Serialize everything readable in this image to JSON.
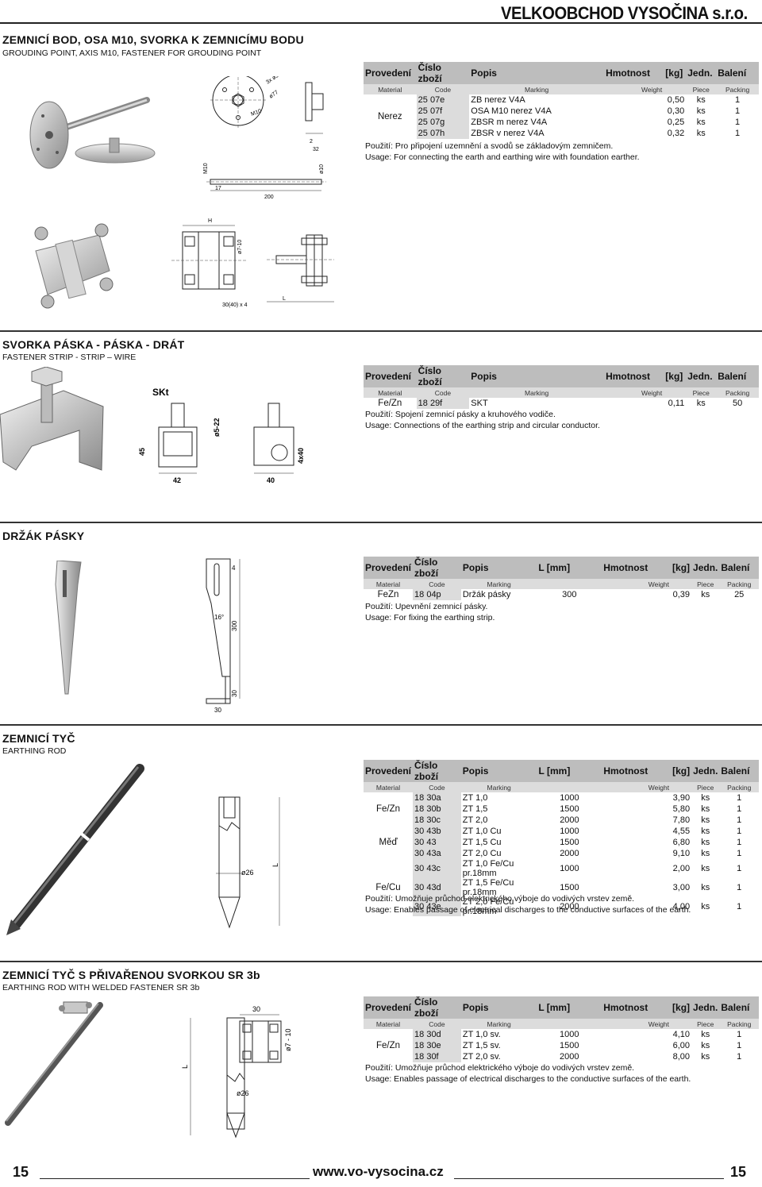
{
  "header": {
    "brand": "VELKOOBCHOD VYSOČINA s.r.o."
  },
  "columns": {
    "provedeni": "Provedení",
    "cislo": "Číslo zboží",
    "popis": "Popis",
    "length": "L [mm]",
    "hmotnost": "Hmotnost",
    "kg": "[kg]",
    "jedn": "Jedn.",
    "baleni": "Balení",
    "material": "Material",
    "code": "Code",
    "marking": "Marking",
    "weight": "Weight",
    "piece": "Piece",
    "packing": "Packing"
  },
  "sections": {
    "s1": {
      "title": "ZEMNICÍ BOD, OSA M10, SVORKA K ZEMNICÍMU BODU",
      "subtitle": "GROUDING POINT, AXIS M10, FASTENER FOR GROUDING POINT",
      "drawing_labels": {
        "holes": "3x ø5",
        "d77": "ø77",
        "m10": "M10",
        "dim2": "2",
        "dim32": "32",
        "m10v": "M10",
        "d10": "ø10",
        "dim17": "17",
        "dim200": "200"
      },
      "material": "Nerez",
      "rows": [
        {
          "code": "25 07e",
          "marking": "ZB nerez V4A",
          "weight": "0,50",
          "piece": "ks",
          "packing": "1"
        },
        {
          "code": "25 07f",
          "marking": "OSA M10 nerez V4A",
          "weight": "0,30",
          "piece": "ks",
          "packing": "1"
        },
        {
          "code": "25 07g",
          "marking": "ZBSR m nerez V4A",
          "weight": "0,25",
          "piece": "ks",
          "packing": "1"
        },
        {
          "code": "25 07h",
          "marking": "ZBSR v nerez V4A",
          "weight": "0,32",
          "piece": "ks",
          "packing": "1"
        }
      ],
      "usage_cz": "Použití: Pro připojení uzemnění a svodů se základovým zemničem.",
      "usage_en": "Usage: For connecting the earth and earthing wire with foundation earther.",
      "clamp_labels": {
        "h": "H",
        "d710": "ø7-10",
        "dim3040": "30(40) x 4",
        "l": "L"
      }
    },
    "s2": {
      "title": "SVORKA PÁSKA - PÁSKA - DRÁT",
      "subtitle": "FASTENER STRIP - STRIP – WIRE",
      "drawing_labels": {
        "skt": "SKt",
        "d522": "ø5-22",
        "dim45": "45",
        "dim42": "42",
        "dim40": "40",
        "dim4x40": "4x40"
      },
      "rows": [
        {
          "material": "Fe/Zn",
          "code": "18 29f",
          "marking": "SKT",
          "weight": "0,11",
          "piece": "ks",
          "packing": "50"
        }
      ],
      "usage_cz": "Použití: Spojení zemnicí pásky a kruhového vodiče.",
      "usage_en": "Usage: Connections of the earthing strip and circular conductor."
    },
    "s3": {
      "title": "DRŽÁK PÁSKY",
      "drawing_labels": {
        "dim4": "4",
        "deg16": "16°",
        "dim300": "300",
        "dim30v": "30",
        "dim30h": "30"
      },
      "rows": [
        {
          "material": "FeZn",
          "code": "18 04p",
          "marking": "Držák pásky",
          "length": "300",
          "weight": "0,39",
          "piece": "ks",
          "packing": "25"
        }
      ],
      "usage_cz": "Použití: Upevnění zemnicí pásky.",
      "usage_en": "Usage: For fixing the earthing strip."
    },
    "s4": {
      "title": "ZEMNICÍ TYČ",
      "subtitle": "EARTHING ROD",
      "drawing_labels": {
        "d26": "ø26",
        "l": "L"
      },
      "groups": [
        {
          "material": "Fe/Zn",
          "rows": [
            {
              "code": "18 30a",
              "marking": "ZT 1,0",
              "length": "1000",
              "weight": "3,90",
              "piece": "ks",
              "packing": "1"
            },
            {
              "code": "18 30b",
              "marking": "ZT 1,5",
              "length": "1500",
              "weight": "5,80",
              "piece": "ks",
              "packing": "1"
            },
            {
              "code": "18 30c",
              "marking": "ZT 2,0",
              "length": "2000",
              "weight": "7,80",
              "piece": "ks",
              "packing": "1"
            }
          ]
        },
        {
          "material": "Měď",
          "rows": [
            {
              "code": "30 43b",
              "marking": "ZT 1,0 Cu",
              "length": "1000",
              "weight": "4,55",
              "piece": "ks",
              "packing": "1"
            },
            {
              "code": "30 43",
              "marking": "ZT 1,5 Cu",
              "length": "1500",
              "weight": "6,80",
              "piece": "ks",
              "packing": "1"
            },
            {
              "code": "30 43a",
              "marking": "ZT 2,0 Cu",
              "length": "2000",
              "weight": "9,10",
              "piece": "ks",
              "packing": "1"
            }
          ]
        },
        {
          "material": "Fe/Cu",
          "rows": [
            {
              "code": "30 43c",
              "marking": "ZT 1,0 Fe/Cu pr.18mm",
              "length": "1000",
              "weight": "2,00",
              "piece": "ks",
              "packing": "1"
            },
            {
              "code": "30 43d",
              "marking": "ZT 1,5 Fe/Cu pr.18mm",
              "length": "1500",
              "weight": "3,00",
              "piece": "ks",
              "packing": "1"
            },
            {
              "code": "30 43e",
              "marking": "ZT 2,0 Fe/Cu pr.18mm",
              "length": "2000",
              "weight": "4,00",
              "piece": "ks",
              "packing": "1"
            }
          ]
        }
      ],
      "usage_cz": "Použití: Umožňuje průchod elektrického výboje do vodivých vrstev země.",
      "usage_en": "Usage: Enables passage of electrical discharges to the conductive surfaces of the earth."
    },
    "s5": {
      "title": "ZEMNICÍ TYČ S PŘIVAŘENOU SVORKOU SR 3b",
      "subtitle": "EARTHING ROD WITH WELDED FASTENER SR 3b",
      "drawing_labels": {
        "dim30": "30",
        "d710": "ø7 - 10",
        "d26": "ø26",
        "l": "L"
      },
      "material": "Fe/Zn",
      "rows": [
        {
          "code": "18 30d",
          "marking": "ZT 1,0 sv.",
          "length": "1000",
          "weight": "4,10",
          "piece": "ks",
          "packing": "1"
        },
        {
          "code": "18 30e",
          "marking": "ZT 1,5 sv.",
          "length": "1500",
          "weight": "6,00",
          "piece": "ks",
          "packing": "1"
        },
        {
          "code": "18 30f",
          "marking": "ZT 2,0 sv.",
          "length": "2000",
          "weight": "8,00",
          "piece": "ks",
          "packing": "1"
        }
      ],
      "usage_cz": "Použití: Umožňuje průchod elektrického výboje do vodivých vrstev země.",
      "usage_en": "Usage: Enables passage of electrical discharges to the conductive surfaces of the earth."
    }
  },
  "footer": {
    "page_left": "15",
    "url": "www.vo-vysocina.cz",
    "page_right": "15"
  }
}
